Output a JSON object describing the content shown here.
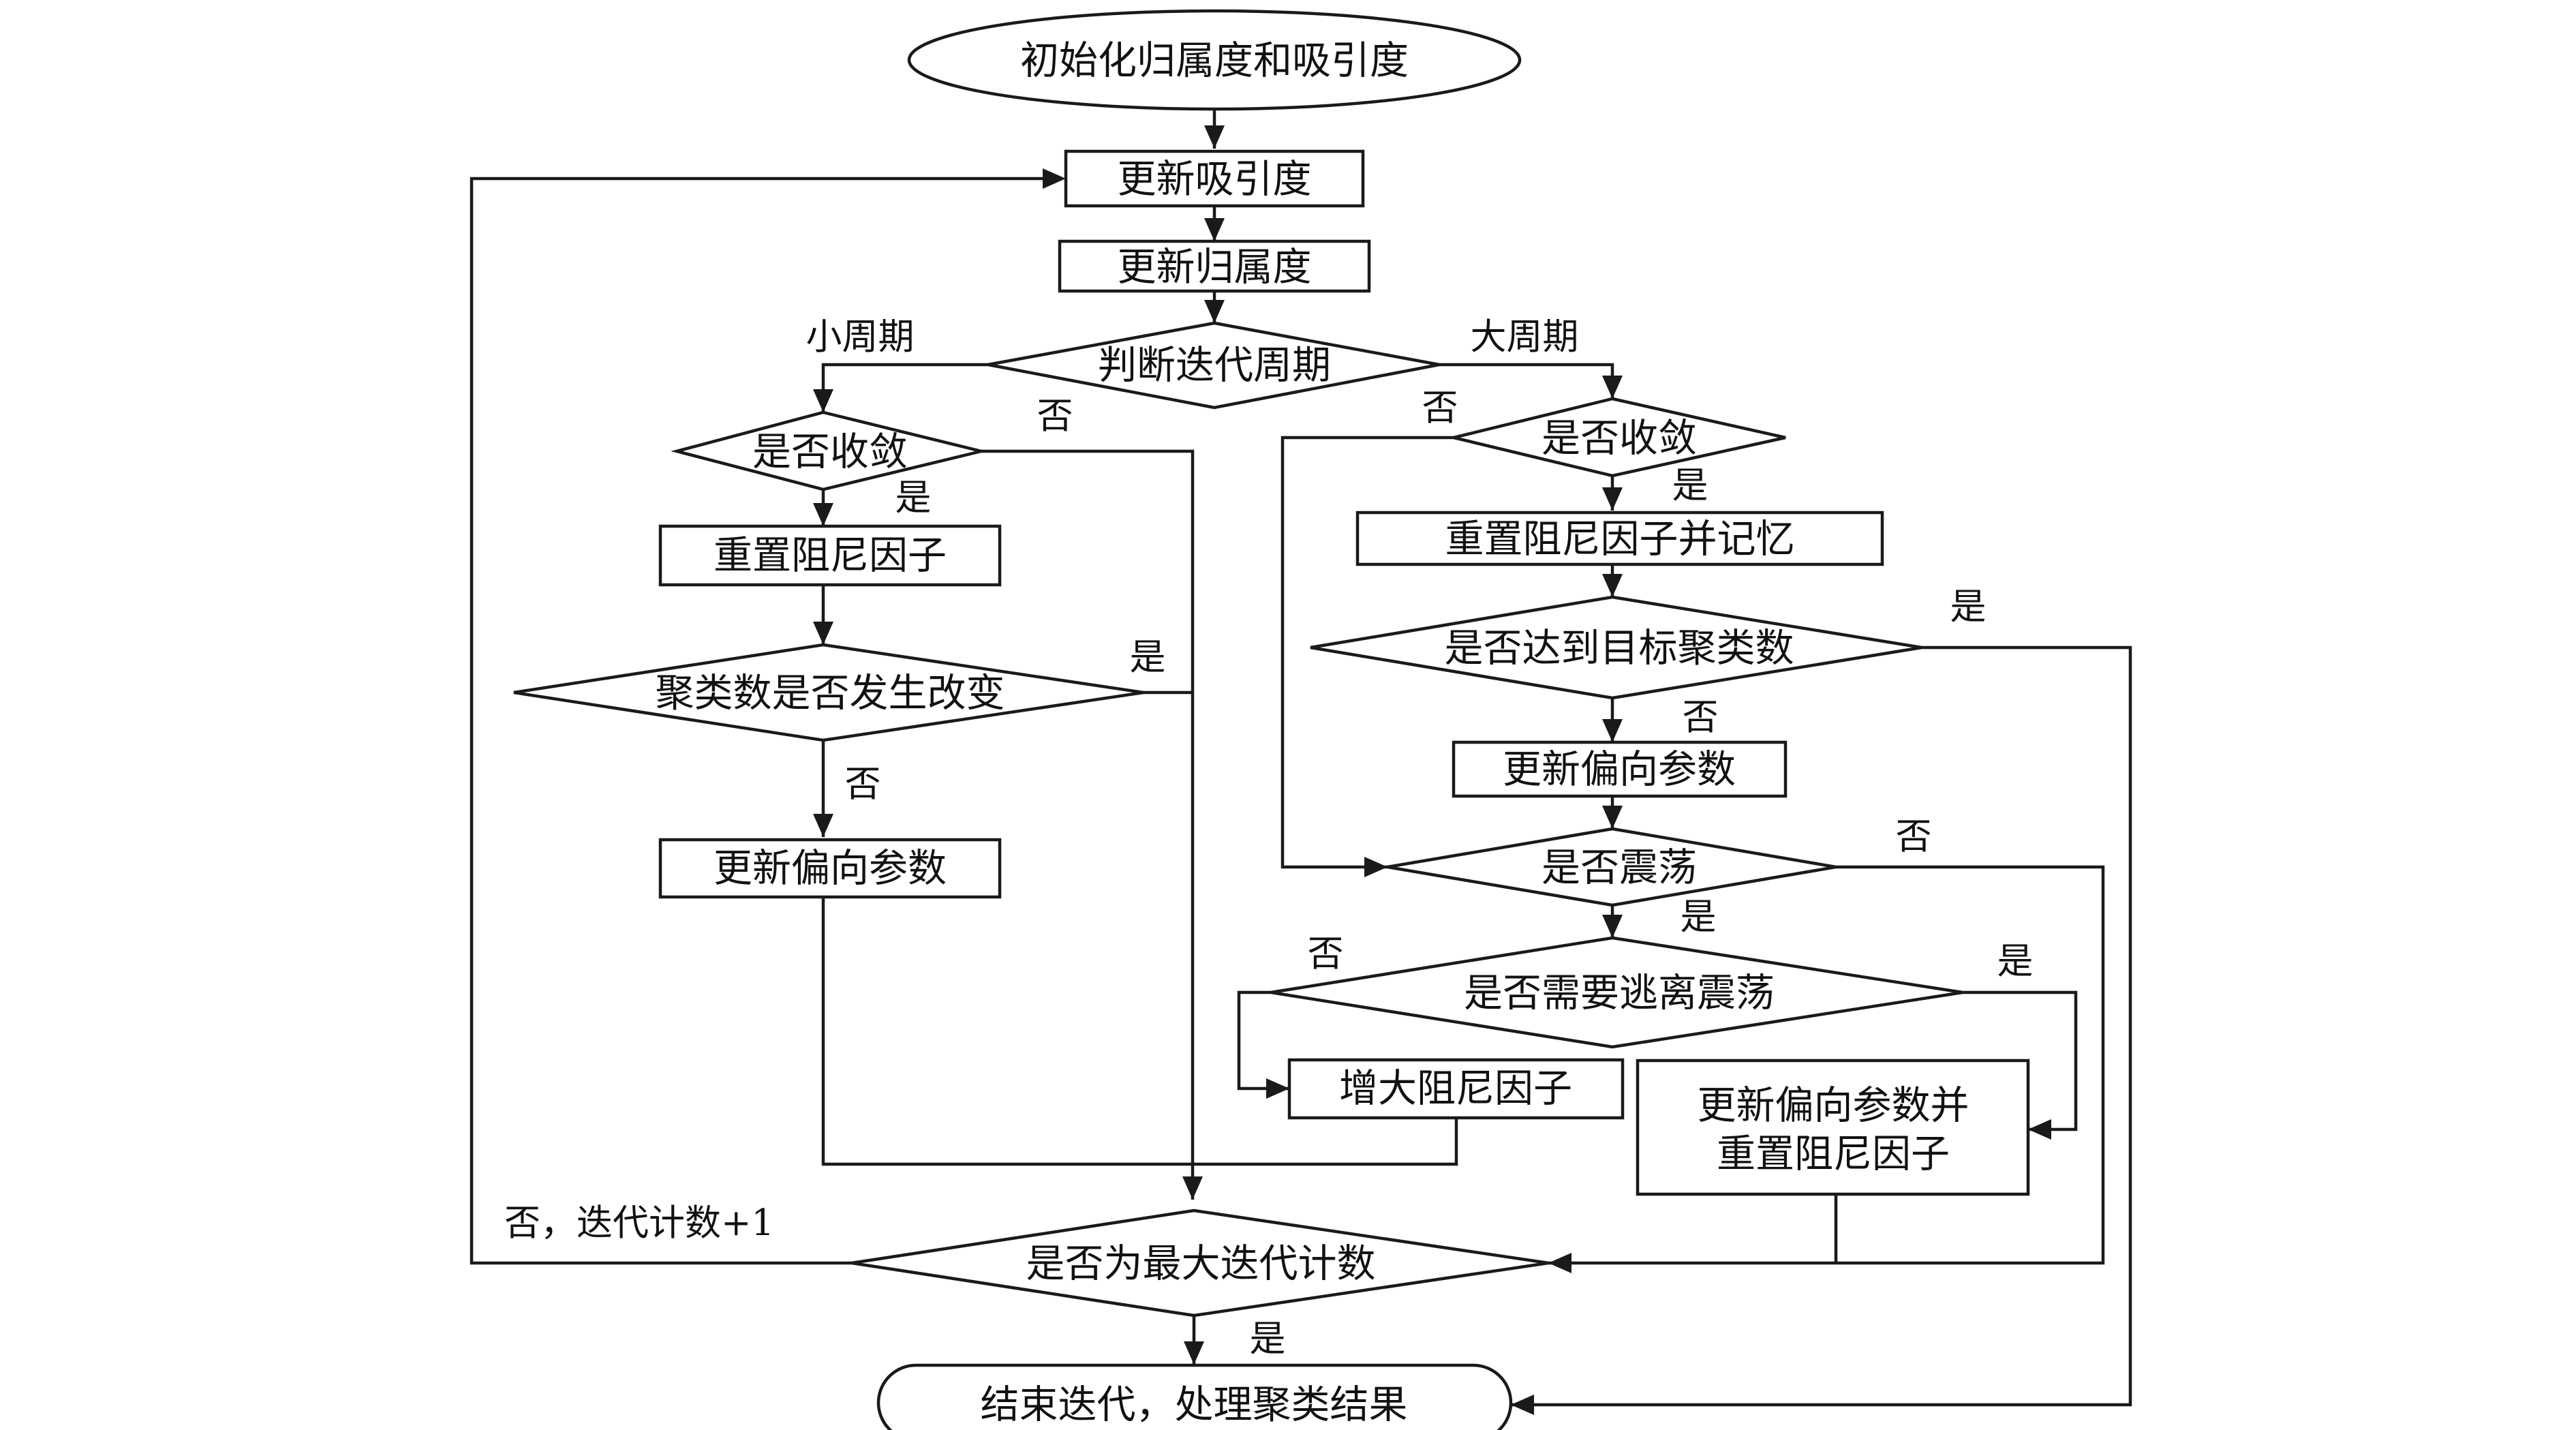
{
  "nodes": {
    "init": "初始化归属度和吸引度",
    "update_attraction": "更新吸引度",
    "update_belonging": "更新归属度",
    "judge_cycle": "判断迭代周期",
    "small_converge": "是否收敛",
    "small_reset_damping": "重置阻尼因子",
    "cluster_changed": "聚类数是否发生改变",
    "small_update_bias": "更新偏向参数",
    "large_converge": "是否收敛",
    "large_reset_damping_memory": "重置阻尼因子并记忆",
    "reach_target": "是否达到目标聚类数",
    "large_update_bias": "更新偏向参数",
    "oscillate": "是否震荡",
    "need_escape": "是否需要逃离震荡",
    "increase_damping": "增大阻尼因子",
    "update_bias_reset_line1": "更新偏向参数并",
    "update_bias_reset_line2": "重置阻尼因子",
    "max_iter": "是否为最大迭代计数",
    "end": "结束迭代，处理聚类结果"
  },
  "labels": {
    "small_cycle": "小周期",
    "large_cycle": "大周期",
    "small_converge_no": "否",
    "small_converge_yes": "是",
    "cluster_changed_yes": "是",
    "cluster_changed_no": "否",
    "large_converge_no": "否",
    "large_converge_yes": "是",
    "reach_target_yes": "是",
    "reach_target_no": "否",
    "oscillate_no": "否",
    "oscillate_yes": "是",
    "escape_no": "否",
    "escape_yes": "是",
    "max_iter_no": "否，迭代计数+1",
    "max_iter_yes": "是"
  }
}
